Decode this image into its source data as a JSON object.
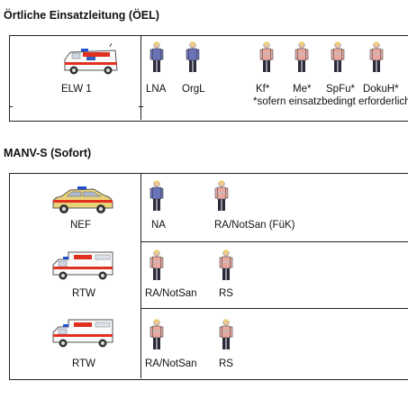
{
  "sections": [
    {
      "title": "Örtliche Einsatzleitung (ÖEL)"
    },
    {
      "title": "MANV-S (Sofort)"
    }
  ],
  "oel": {
    "vehicle": "ELW 1",
    "persons": [
      "LNA",
      "OrgL",
      "Kf*",
      "Me*",
      "SpFu*",
      "DokuH*"
    ],
    "note": "*sofern einsatzbedingt erforderlich"
  },
  "manv": {
    "rows": [
      {
        "vehicle": "NEF",
        "persons": [
          "NA",
          "RA/NotSan (FüK)"
        ]
      },
      {
        "vehicle": "RTW",
        "persons": [
          "RA/NotSan",
          "RS"
        ]
      },
      {
        "vehicle": "RTW",
        "persons": [
          "RA/NotSan",
          "RS"
        ]
      }
    ]
  },
  "colors": {
    "rescue_red": "#e8a8a0",
    "emergency_doctor_blue": "#6a72b8",
    "vehicle_stripe": "#e03020",
    "nef_yellow": "#e8d27a",
    "line": "#222222"
  }
}
